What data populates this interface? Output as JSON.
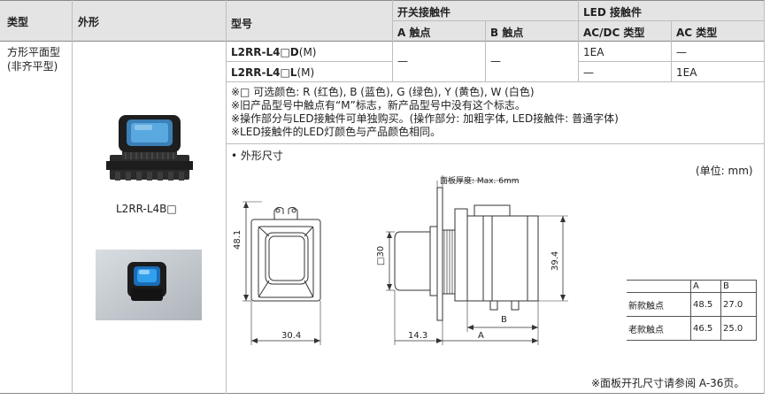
{
  "header": {
    "type": "类型",
    "appearance": "外形",
    "model": "型号",
    "switch_contact": "开关接触件",
    "a_contact": "A 触点",
    "b_contact": "B 触点",
    "led_contact": "LED 接触件",
    "acdc_type": "AC/DC 类型",
    "ac_type": "AC 类型"
  },
  "type_cell": {
    "line1": "方形平面型",
    "line2": "(非齐平型)"
  },
  "product": {
    "caption": "L2RR-L4B□"
  },
  "rows": [
    {
      "model_bold": "L2RR-L4□D",
      "model_suffix": "(M)",
      "a": "—",
      "b": "—",
      "acdc": "1EA",
      "ac": "—"
    },
    {
      "model_bold": "L2RR-L4□L",
      "model_suffix": "(M)",
      "acdc": "—",
      "ac": "1EA"
    }
  ],
  "notes": [
    "※□ 可选颜色: R (红色), B (蓝色), G (绿色), Y (黄色), W (白色)",
    "※旧产品型号中触点有“M”标志，新产品型号中没有这个标志。",
    "※操作部分与LED接触件可单独购买。(操作部分: 加粗字体, LED接触件: 普通字体)",
    "※LED接触件的LED灯颜色与产品颜色相同。"
  ],
  "dimensions": {
    "section_title": "• 外形尺寸",
    "unit": "(单位: mm)",
    "panel_thickness": "面板厚度: Max. 6mm",
    "front_height": "48.1",
    "front_width": "30.4",
    "side_square": "□30",
    "side_height": "39.4",
    "side_depth": "14.3",
    "label_a": "A",
    "label_b": "B",
    "footnote": "※面板开孔尺寸请参阅 A-36页。"
  },
  "dim_table": {
    "headers": [
      "",
      "A",
      "B"
    ],
    "rows": [
      {
        "name": "新款触点",
        "a": "48.5",
        "b": "27.0"
      },
      {
        "name": "老款触点",
        "a": "46.5",
        "b": "25.0"
      }
    ]
  }
}
